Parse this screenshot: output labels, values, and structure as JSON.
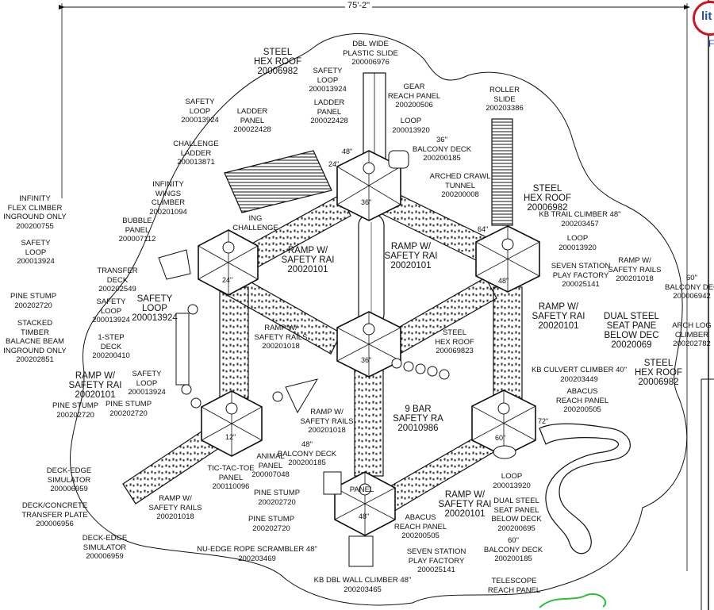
{
  "dimension_label": "75'-2\"",
  "logo_text": "lit",
  "edge_fragment": "F",
  "deck_heights": [
    "48\"",
    "36\"",
    "24\"",
    "48\"",
    "36\"",
    "12\"",
    "60\"",
    "48\"",
    "72\"",
    "64\"",
    "24\""
  ],
  "labels": [
    {
      "id": "dbl-wide-slide",
      "text": "DBL WIDE\nPLASTIC SLIDE\n200006976"
    },
    {
      "id": "steel-hex-roof-1",
      "text": "STEEL\nHEX ROOF\n20006982"
    },
    {
      "id": "safety-loop-1",
      "text": "SAFETY\nLOOP\n200013924"
    },
    {
      "id": "ladder-panel-1",
      "text": "LADDER\nPANEL\n200022428"
    },
    {
      "id": "gear-reach",
      "text": "GEAR\nREACH PANEL\n200200506"
    },
    {
      "id": "loop-1",
      "text": "LOOP\n200013920"
    },
    {
      "id": "roller-slide",
      "text": "ROLLER\nSLIDE\n200203386"
    },
    {
      "id": "safety-loop-2",
      "text": "SAFETY\nLOOP\n200013924"
    },
    {
      "id": "ladder-panel-2",
      "text": "LADDER\nPANEL\n200022428"
    },
    {
      "id": "balcony-36",
      "text": "36\"\nBALCONY DECK\n200200185"
    },
    {
      "id": "challenge-ladder",
      "text": "CHALLENGE\nLADDER\n200013871"
    },
    {
      "id": "arched-crawl",
      "text": "ARCHED CRAWL\nTUNNEL\n200200008"
    },
    {
      "id": "infinity-wings",
      "text": "INFINITY\nWINGS\nCLIMBER\n200201094"
    },
    {
      "id": "steel-hex-roof-2",
      "text": "STEEL\nHEX ROOF\n20006982"
    },
    {
      "id": "infinity-flex",
      "text": "INFINITY\nFLEX CLIMBER\nINGROUND ONLY\n200200755"
    },
    {
      "id": "kb-trail",
      "text": "KB TRAIL CLIMBER 48\"\n200203457"
    },
    {
      "id": "bubble-panel",
      "text": "BUBBLE\nPANEL\n200007112"
    },
    {
      "id": "challenge-small",
      "text": "ING\nCHALLENGE"
    },
    {
      "id": "safety-loop-left",
      "text": "SAFETY\nLOOP\n200013924"
    },
    {
      "id": "ramp-left",
      "text": "RAMP W/\nSAFETY RAI\n20020101"
    },
    {
      "id": "ramp-right",
      "text": "RAMP W/\nSAFETY RAI\n20020101"
    },
    {
      "id": "loop-2",
      "text": "LOOP\n200013920"
    },
    {
      "id": "ramp-far-right",
      "text": "RAMP W/\nSAFETY RAILS\n200201018"
    },
    {
      "id": "transfer-deck",
      "text": "TRANSFER\nDECK\n200202549"
    },
    {
      "id": "seven-station-1",
      "text": "SEVEN STATION\nPLAY FACTORY\n200025141"
    },
    {
      "id": "balcony-60-right",
      "text": "60\"\nBALCONY DEC\n200006942"
    },
    {
      "id": "pine-stump-1",
      "text": "PINE STUMP\n200202720"
    },
    {
      "id": "safety-loop-big",
      "text": "SAFETY\nLOOP\n200013924"
    },
    {
      "id": "safety-loop-3",
      "text": "SAFETY\nLOOP\n200013924"
    },
    {
      "id": "stacked-timber",
      "text": "STACKED\nTIMBER\nBALACNE BEAM\nINGROUND ONLY\n200202851"
    },
    {
      "id": "ramp-mid-right",
      "text": "RAMP W/\nSAFETY RAI\n20020101"
    },
    {
      "id": "dual-steel-1",
      "text": "DUAL STEEL\nSEAT PANE\nBELOW DEC\n20020069"
    },
    {
      "id": "arch-log",
      "text": "ARCH LOG\nCLIMBER\n200202782"
    },
    {
      "id": "ramp-center",
      "text": "RAMP W/\nSAFETY RAILS\n200201018"
    },
    {
      "id": "one-step",
      "text": "1-STEP\nDECK\n200200410"
    },
    {
      "id": "steel-hex-roof-3",
      "text": "STEEL\nHEX ROOF\n200069823"
    },
    {
      "id": "steel-hex-roof-4",
      "text": "STEEL\nHEX ROOF\n20006982"
    },
    {
      "id": "kb-culvert",
      "text": "KB CULVERT CLIMBER 40\"\n200203449"
    },
    {
      "id": "ramp-lower-left",
      "text": "RAMP W/\nSAFETY RAI\n20020101"
    },
    {
      "id": "safety-loop-4",
      "text": "SAFETY\nLOOP\n200013924"
    },
    {
      "id": "abacus-1",
      "text": "ABACUS\nREACH PANEL\n200200505"
    },
    {
      "id": "pine-stump-2",
      "text": "PINE STUMP\n200202720"
    },
    {
      "id": "pine-stump-3",
      "text": "PINE STUMP\n200202720"
    },
    {
      "id": "nine-bar",
      "text": "9 BAR\nSAFETY RA\n20010986"
    },
    {
      "id": "ramp-lower-center",
      "text": "RAMP W/\nSAFETY RAILS\n200201018"
    },
    {
      "id": "balcony-48",
      "text": "48\"\nBALCONY DECK\n200200185"
    },
    {
      "id": "animal-panel",
      "text": "ANIMAL\nPANEL\n200007048"
    },
    {
      "id": "tic-tac-toe",
      "text": "TIC-TAC-TOE\nPANEL\n200110096"
    },
    {
      "id": "deck-edge-1",
      "text": "DECK-EDGE\nSIMULATOR\n200006959"
    },
    {
      "id": "loop-3",
      "text": "LOOP\n200013920"
    },
    {
      "id": "ramp-bottom-right",
      "text": "RAMP W/\nSAFETY RAI\n20020101"
    },
    {
      "id": "dual-steel-2",
      "text": "DUAL STEEL\nSEAT PANEL\nBELOW DECK\n200200695"
    },
    {
      "id": "deck-concrete",
      "text": "DECK/CONCRETE\nTRANSFER PLATE\n200006956"
    },
    {
      "id": "ramp-bottom-left",
      "text": "RAMP W/\nSAFETY RAILS\n200201018"
    },
    {
      "id": "pine-stump-4",
      "text": "PINE STUMP\n200202720"
    },
    {
      "id": "panel-small",
      "text": "PANEL"
    },
    {
      "id": "abacus-2",
      "text": "ABACUS\nREACH PANEL\n200200505"
    },
    {
      "id": "pine-stump-5",
      "text": "PINE STUMP\n200202720"
    },
    {
      "id": "balcony-60-low",
      "text": "60\"\nBALCONY DECK\n200200185"
    },
    {
      "id": "deck-edge-2",
      "text": "DECK-EDGE\nSIMULATOR\n200006959"
    },
    {
      "id": "nu-edge",
      "text": "NU-EDGE ROPE SCRAMBLER 48\"\n200203469"
    },
    {
      "id": "seven-station-2",
      "text": "SEVEN STATION\nPLAY FACTORY\n200025141"
    },
    {
      "id": "kb-dbl-wall",
      "text": "KB DBL WALL CLIMBER 48\"\n200203465"
    },
    {
      "id": "telescope",
      "text": "TELESCOPE\nREACH PANEL"
    }
  ],
  "colors": {
    "line": "#111111",
    "accent_red": "#d0141e",
    "accent_blue": "#1f4fa3",
    "green": "#2fbf3a",
    "background": "#ffffff"
  }
}
